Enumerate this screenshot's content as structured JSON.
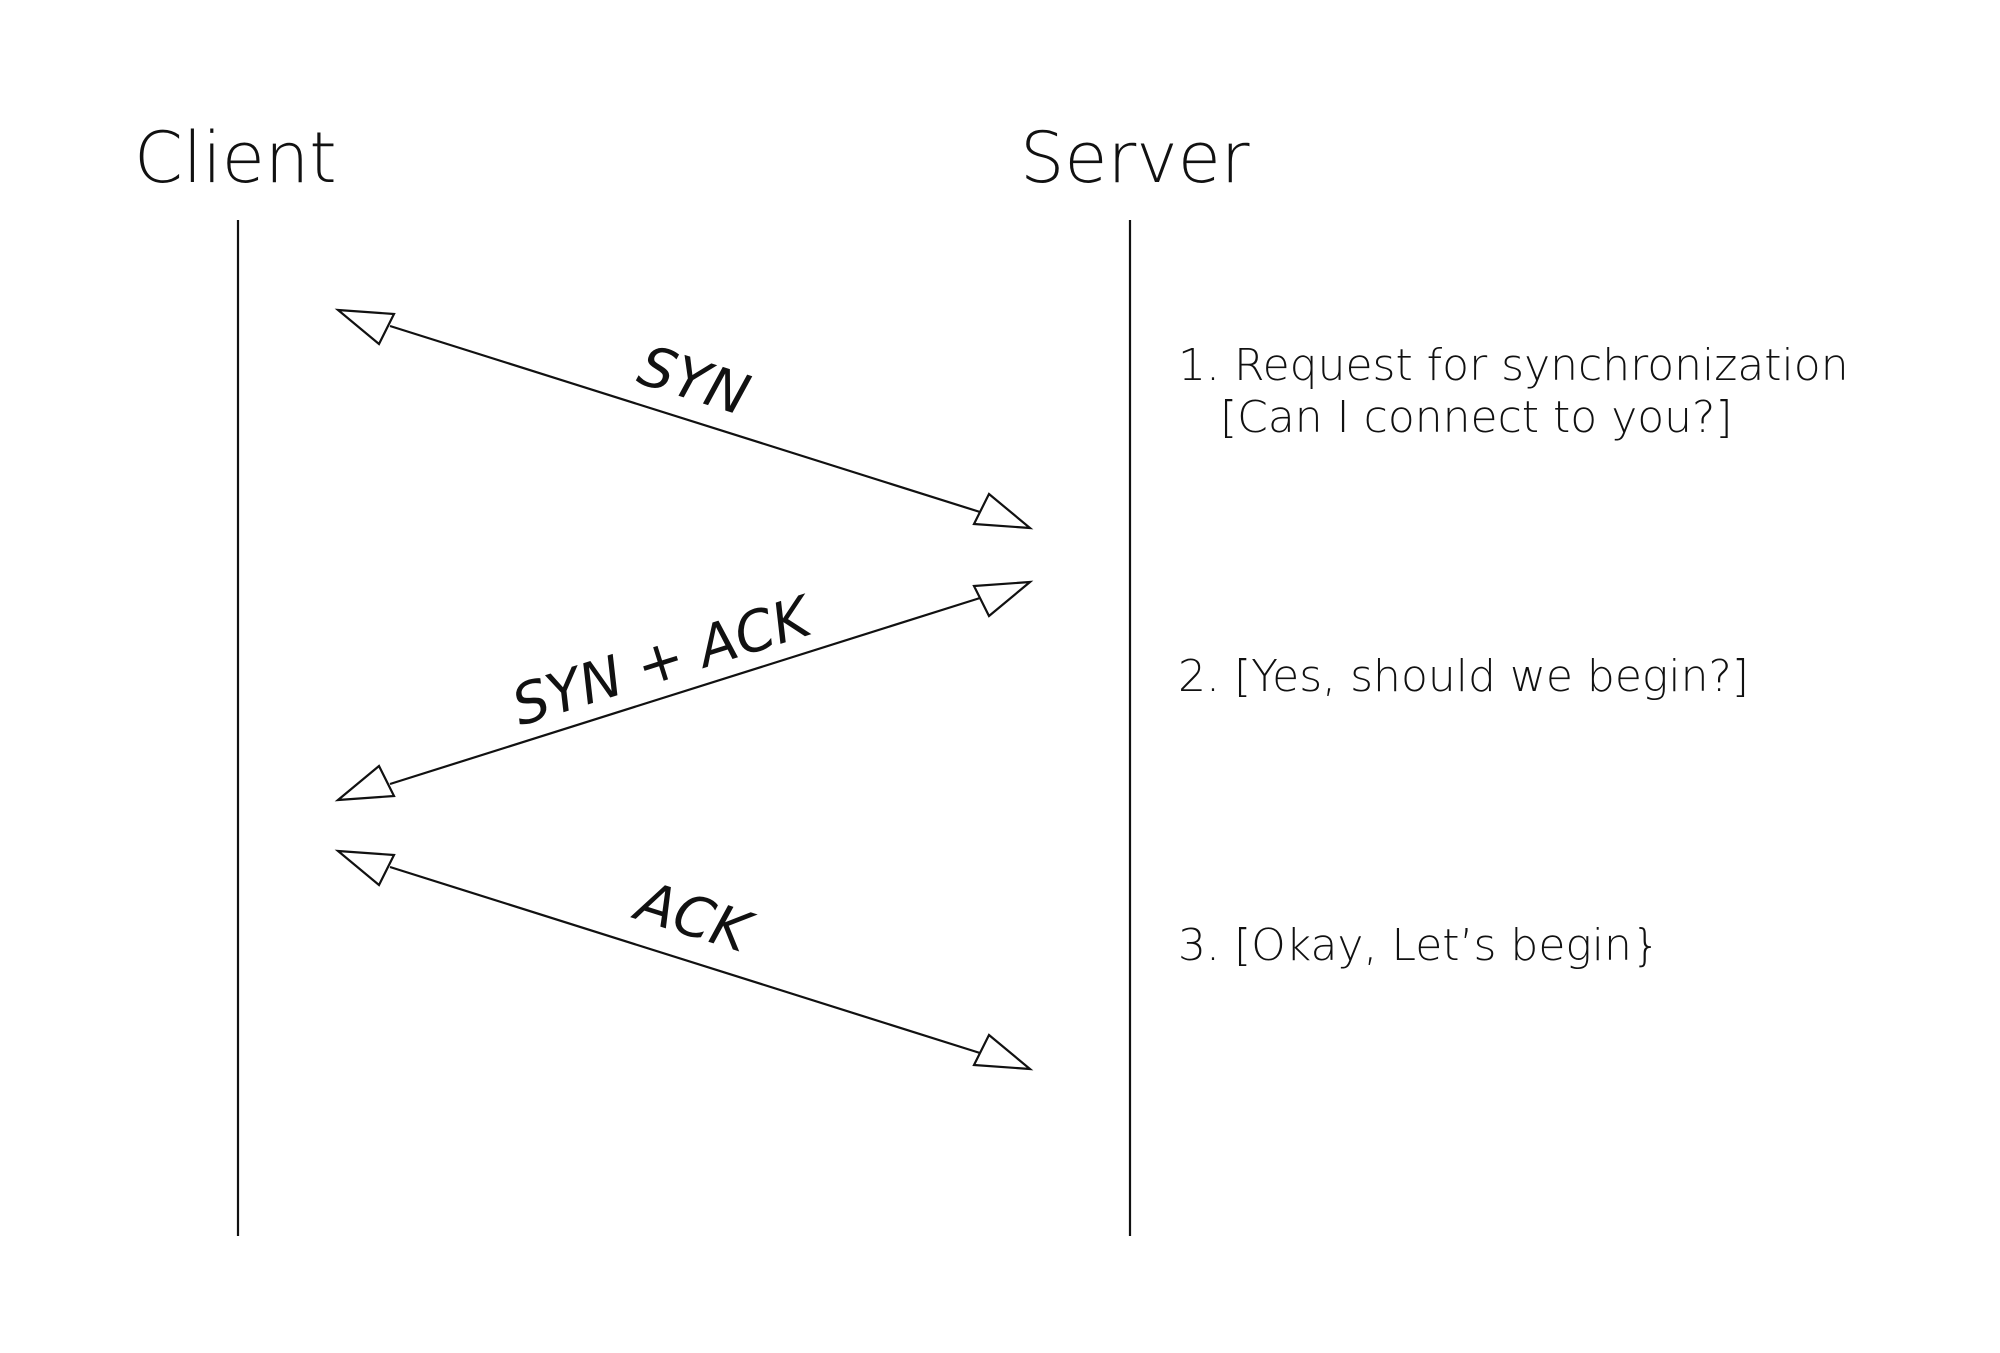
{
  "actors": {
    "client": "Client",
    "server": "Server"
  },
  "messages": [
    {
      "label": "SYN",
      "direction": "client-to-server"
    },
    {
      "label": "SYN + ACK",
      "direction": "server-to-client"
    },
    {
      "label": "ACK",
      "direction": "client-to-server"
    }
  ],
  "notes": [
    {
      "lines": [
        "1. Request for synchronization",
        "   [Can I connect to you?]"
      ]
    },
    {
      "lines": [
        "2. [Yes, should we begin?]"
      ]
    },
    {
      "lines": [
        "3. [Okay, Let’s begin}"
      ]
    }
  ],
  "colors": {
    "ink": "#111111",
    "background": "#ffffff"
  }
}
